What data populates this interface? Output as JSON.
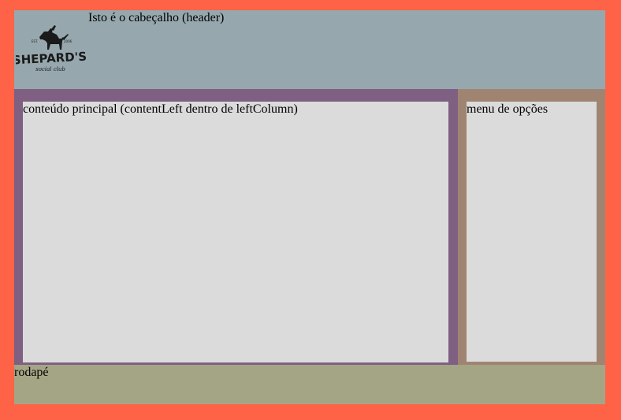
{
  "header": {
    "text": "Isto é o cabeçalho (header)",
    "logo": {
      "name": "SHEPARD'S",
      "subtitle": "social club",
      "est": "EST.",
      "year": "2006"
    }
  },
  "main": {
    "content_text": "conteúdo principal (contentLeft dentro de leftColumn)"
  },
  "sidebar": {
    "menu_text": "menu de opções"
  },
  "footer": {
    "text": "rodapé"
  },
  "colors": {
    "page_background": "#ff6347",
    "header": "#96a8ae",
    "left_column": "#7f5f82",
    "right_column": "#a08472",
    "content_box": "#dbdbdb",
    "footer": "#a4a585"
  }
}
